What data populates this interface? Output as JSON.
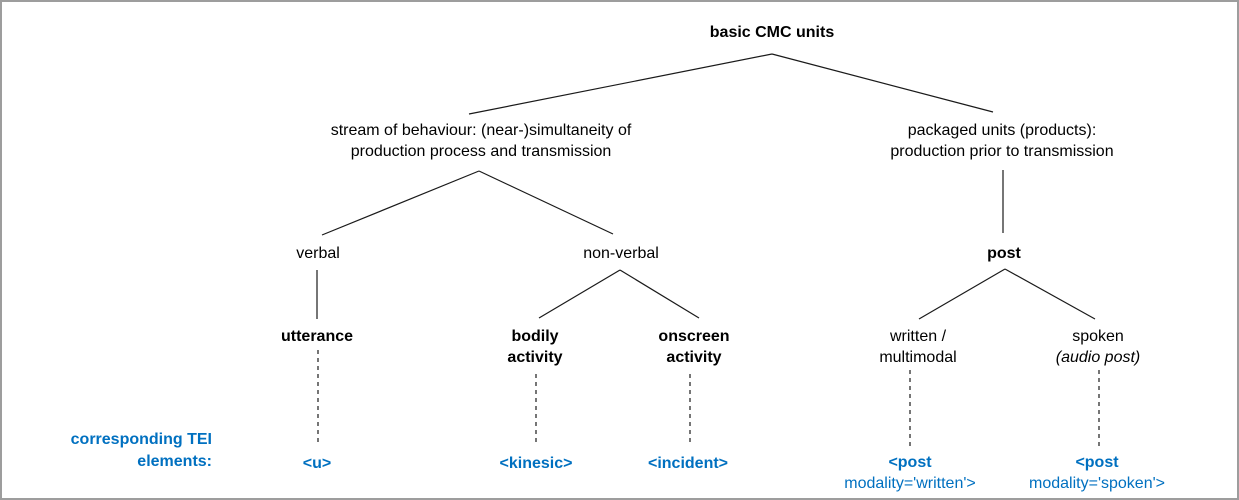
{
  "diagram": {
    "title": "basic CMC units",
    "stream_branch": {
      "line1": "stream of behaviour: (near-)simultaneity of",
      "line2": "production process and transmission"
    },
    "packaged_branch": {
      "line1": "packaged units (products):",
      "line2": "production prior to transmission"
    },
    "verbal": "verbal",
    "non_verbal": "non-verbal",
    "post": "post",
    "utterance": "utterance",
    "bodily_activity": {
      "line1": "bodily",
      "line2": "activity"
    },
    "onscreen_activity": {
      "line1": "onscreen",
      "line2": "activity"
    },
    "written_multimodal": {
      "line1": "written /",
      "line2": "multimodal"
    },
    "spoken": {
      "line1": "spoken",
      "line2": "(audio post)"
    }
  },
  "tei": {
    "caption_line1": "corresponding TEI",
    "caption_line2": "elements:",
    "u": "<u>",
    "kinesic": "<kinesic>",
    "incident": "<incident>",
    "post_written_line1": "<post",
    "post_written_line2": "modality='written'>",
    "post_spoken_line1": "<post",
    "post_spoken_line2": "modality='spoken'>"
  },
  "colors": {
    "tei_blue": "#0070C0",
    "line": "#1a1a1a",
    "border": "#9d9d9d",
    "background": "#ffffff",
    "text": "#000000"
  }
}
